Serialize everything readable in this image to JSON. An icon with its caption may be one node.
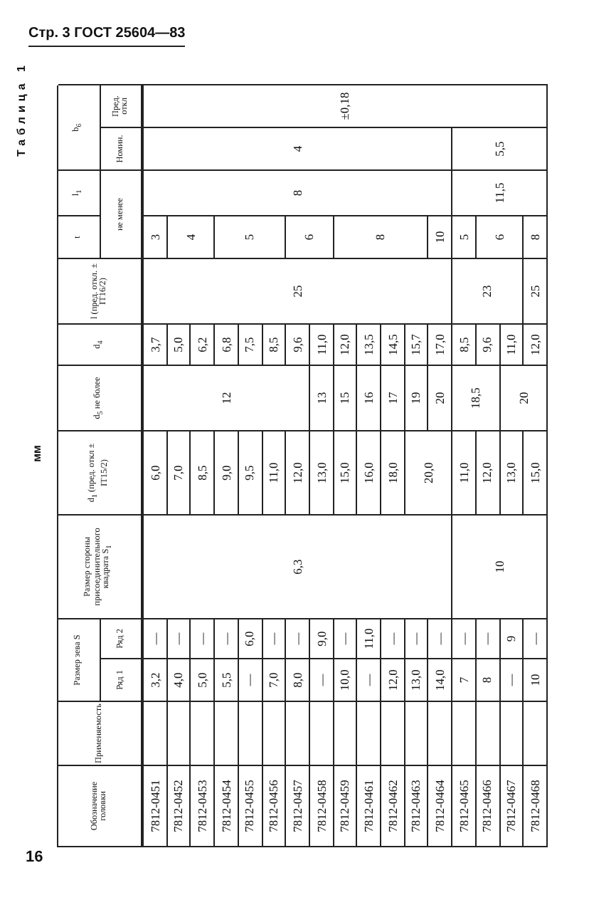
{
  "diagram": {
    "labels": [
      "Стр. 3 ГОСТ 25604—83",
      "Таблица 1",
      "мм",
      "Обозначение головки",
      "Применяемость",
      "Размер зева S",
      "Размер стороны присоединительного квадрата S$_{1}$",
      "d$_{1}$ (пред. откл ± IT15/2)",
      "d$_{5}$ не более",
      "d$_{4}$",
      "l (пред. откл. ± IT16/2)",
      "t",
      "l$_{1}$",
      "b$_{6}$",
      "Ряд 1",
      "Ряд 2",
      "не менее",
      "Номин.",
      "Пред. откл",
      "7812-0451",
      "3,2",
      "—",
      "6,3",
      "6,0",
      "12",
      "3,7",
      "25",
      "3",
      "8",
      "4",
      "±0,18",
      "7812-0452",
      "4,0",
      "—",
      "7,0",
      "5,0",
      "4",
      "7812-0453",
      "5,0",
      "—",
      "8,5",
      "6,2",
      "7812-0454",
      "5,5",
      "—",
      "9,0",
      "6,8",
      "5",
      "7812-0455",
      "—",
      "6,0",
      "9,5",
      "7,5",
      "7812-0456",
      "7,0",
      "—",
      "11,0",
      "8,5",
      "7812-0457",
      "8,0",
      "—",
      "12,0",
      "9,6",
      "6",
      "7812-0458",
      "—",
      "9,0",
      "13,0",
      "13",
      "11,0",
      "7812-0459",
      "10,0",
      "—",
      "15,0",
      "15",
      "12,0",
      "8",
      "7812-0461",
      "—",
      "11,0",
      "16,0",
      "16",
      "13,5",
      "7812-0462",
      "12,0",
      "—",
      "18,0",
      "17",
      "14,5",
      "7812-0463",
      "13,0",
      "—",
      "20,0",
      "19",
      "15,7",
      "7812-0464",
      "14,0",
      "—",
      "20",
      "17,0",
      "10",
      "7812-0465",
      "7",
      "—",
      "10",
      "11,0",
      "18,5",
      "8,5",
      "23",
      "5",
      "11,5",
      "5,5",
      "7812-0466",
      "8",
      "—",
      "12,0",
      "9,6",
      "6",
      "7812-0467",
      "—",
      "9",
      "13,0",
      "20",
      "11,0",
      "7812-0468",
      "10",
      "—",
      "15,0",
      "12,0",
      "25",
      "8",
      "16"
    ]
  }
}
